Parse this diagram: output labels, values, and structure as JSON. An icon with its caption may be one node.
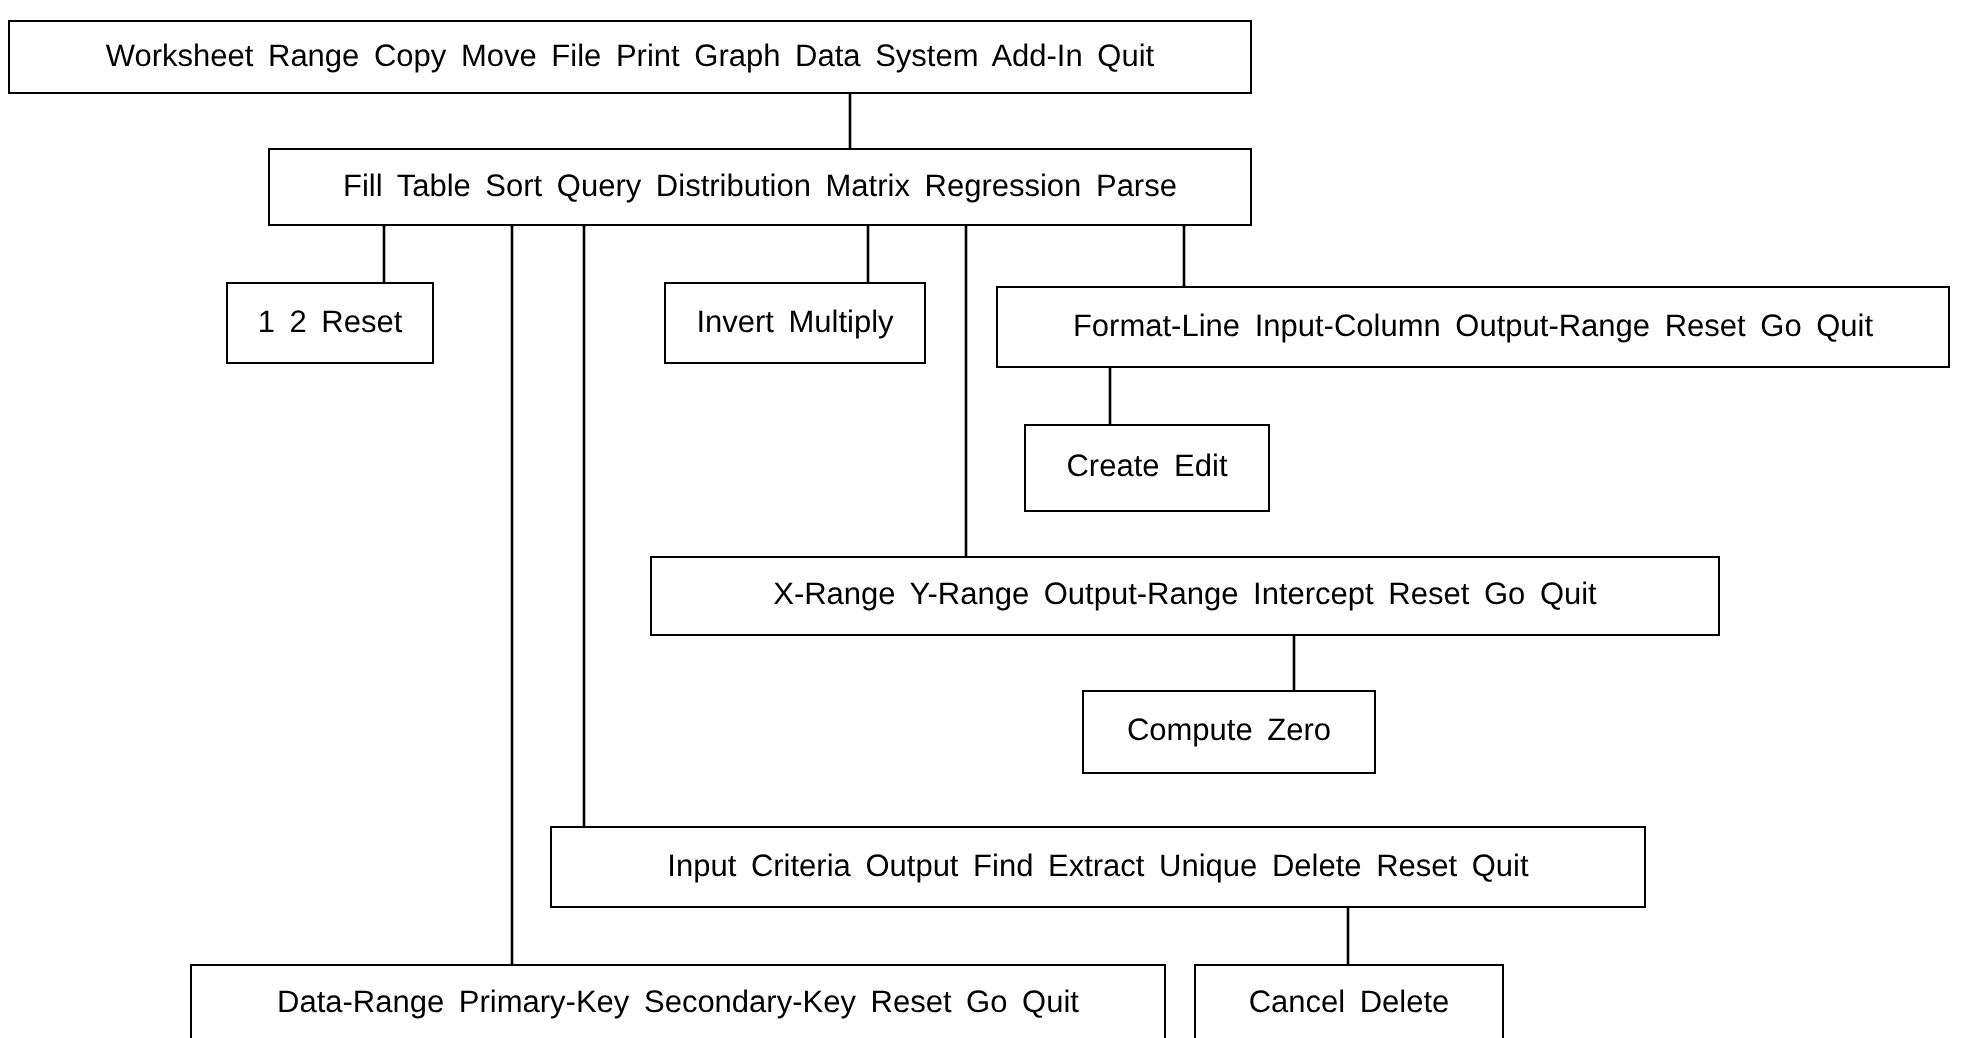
{
  "diagram": {
    "nodes": [
      {
        "text": [
          "Worksheet Range Copy Move File Print Graph Data System Add-In Quit"
        ]
      },
      {
        "text": [
          "Fill Table Sort Query Distribution Matrix Regression Parse"
        ]
      },
      {
        "text": [
          "1 2 Reset"
        ]
      },
      {
        "text": [
          "Invert Multiply"
        ]
      },
      {
        "text": [
          "Format-Line Input-Column Output-Range Reset Go Quit"
        ]
      },
      {
        "text": [
          "Create Edit"
        ]
      },
      {
        "text": [
          "X-Range Y-Range Output-Range Intercept Reset Go Quit"
        ]
      },
      {
        "text": [
          "Compute Zero"
        ]
      },
      {
        "text": [
          "Input Criteria Output Find Extract Unique Delete Reset Quit"
        ]
      },
      {
        "text": [
          "Data-Range Primary-Key Secondary-Key Reset Go Quit"
        ]
      },
      {
        "text": [
          "Cancel Delete"
        ]
      }
    ],
    "edges": [
      {
        "from": 0,
        "to": 1,
        "arrow": "none"
      },
      {
        "from": 1,
        "to": 2,
        "arrow": "none"
      },
      {
        "from": 1,
        "to": 9,
        "arrow": "none"
      },
      {
        "from": 1,
        "to": 8,
        "arrow": "none"
      },
      {
        "from": 1,
        "to": 3,
        "arrow": "none"
      },
      {
        "from": 1,
        "to": 6,
        "arrow": "none"
      },
      {
        "from": 1,
        "to": 4,
        "arrow": "none"
      },
      {
        "from": 4,
        "to": 5,
        "arrow": "none"
      },
      {
        "from": 6,
        "to": 7,
        "arrow": "none"
      },
      {
        "from": 8,
        "to": 10,
        "arrow": "none"
      }
    ]
  }
}
